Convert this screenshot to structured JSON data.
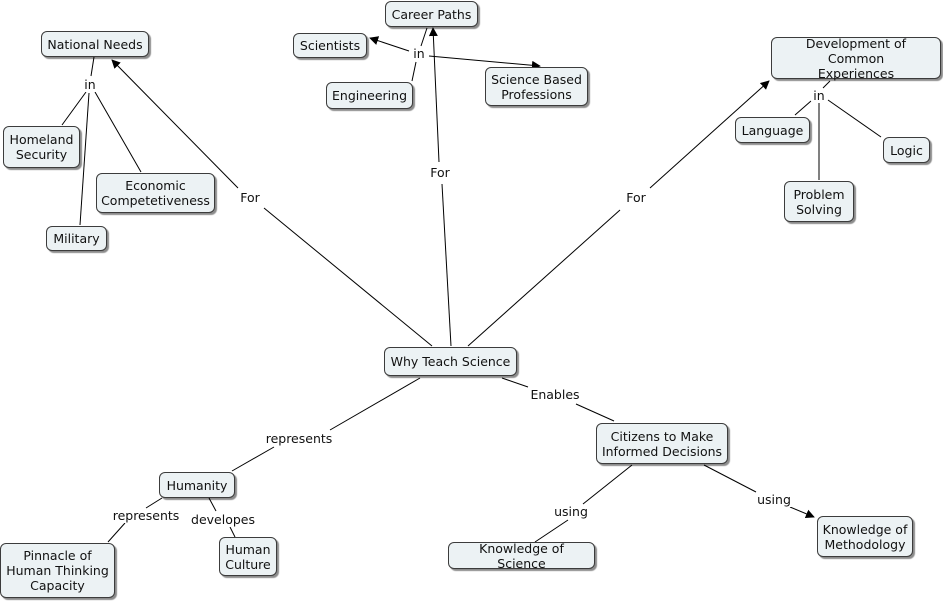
{
  "nodes": {
    "why_teach_science": "Why Teach Science",
    "national_needs": "National Needs",
    "career_paths": "Career Paths",
    "development_common_experiences": "Development of Common\nExperiences",
    "scientists": "Scientists",
    "engineering": "Engineering",
    "science_based_professions": "Science Based\nProfessions",
    "homeland_security": "Homeland\nSecurity",
    "economic_competetiveness": "Economic\nCompetetiveness",
    "military": "Military",
    "language": "Language",
    "logic": "Logic",
    "problem_solving": "Problem\nSolving",
    "humanity": "Humanity",
    "citizens": "Citizens to Make\nInformed Decisions",
    "pinnacle": "Pinnacle of\nHuman Thinking\nCapacity",
    "human_culture": "Human\nCulture",
    "knowledge_science": "Knowledge of Science",
    "knowledge_methodology": "Knowledge of\nMethodology"
  },
  "links": {
    "for_left": "For",
    "for_center": "For",
    "for_right": "For",
    "in_national": "in",
    "in_career": "in",
    "in_development": "in",
    "enables": "Enables",
    "represents_main": "represents",
    "represents_humanity": "represents",
    "developes": "developes",
    "using_left": "using",
    "using_right": "using"
  },
  "colors": {
    "node_fill": "#ecf2f4",
    "node_border": "#3c3c3c",
    "line": "#000000"
  }
}
